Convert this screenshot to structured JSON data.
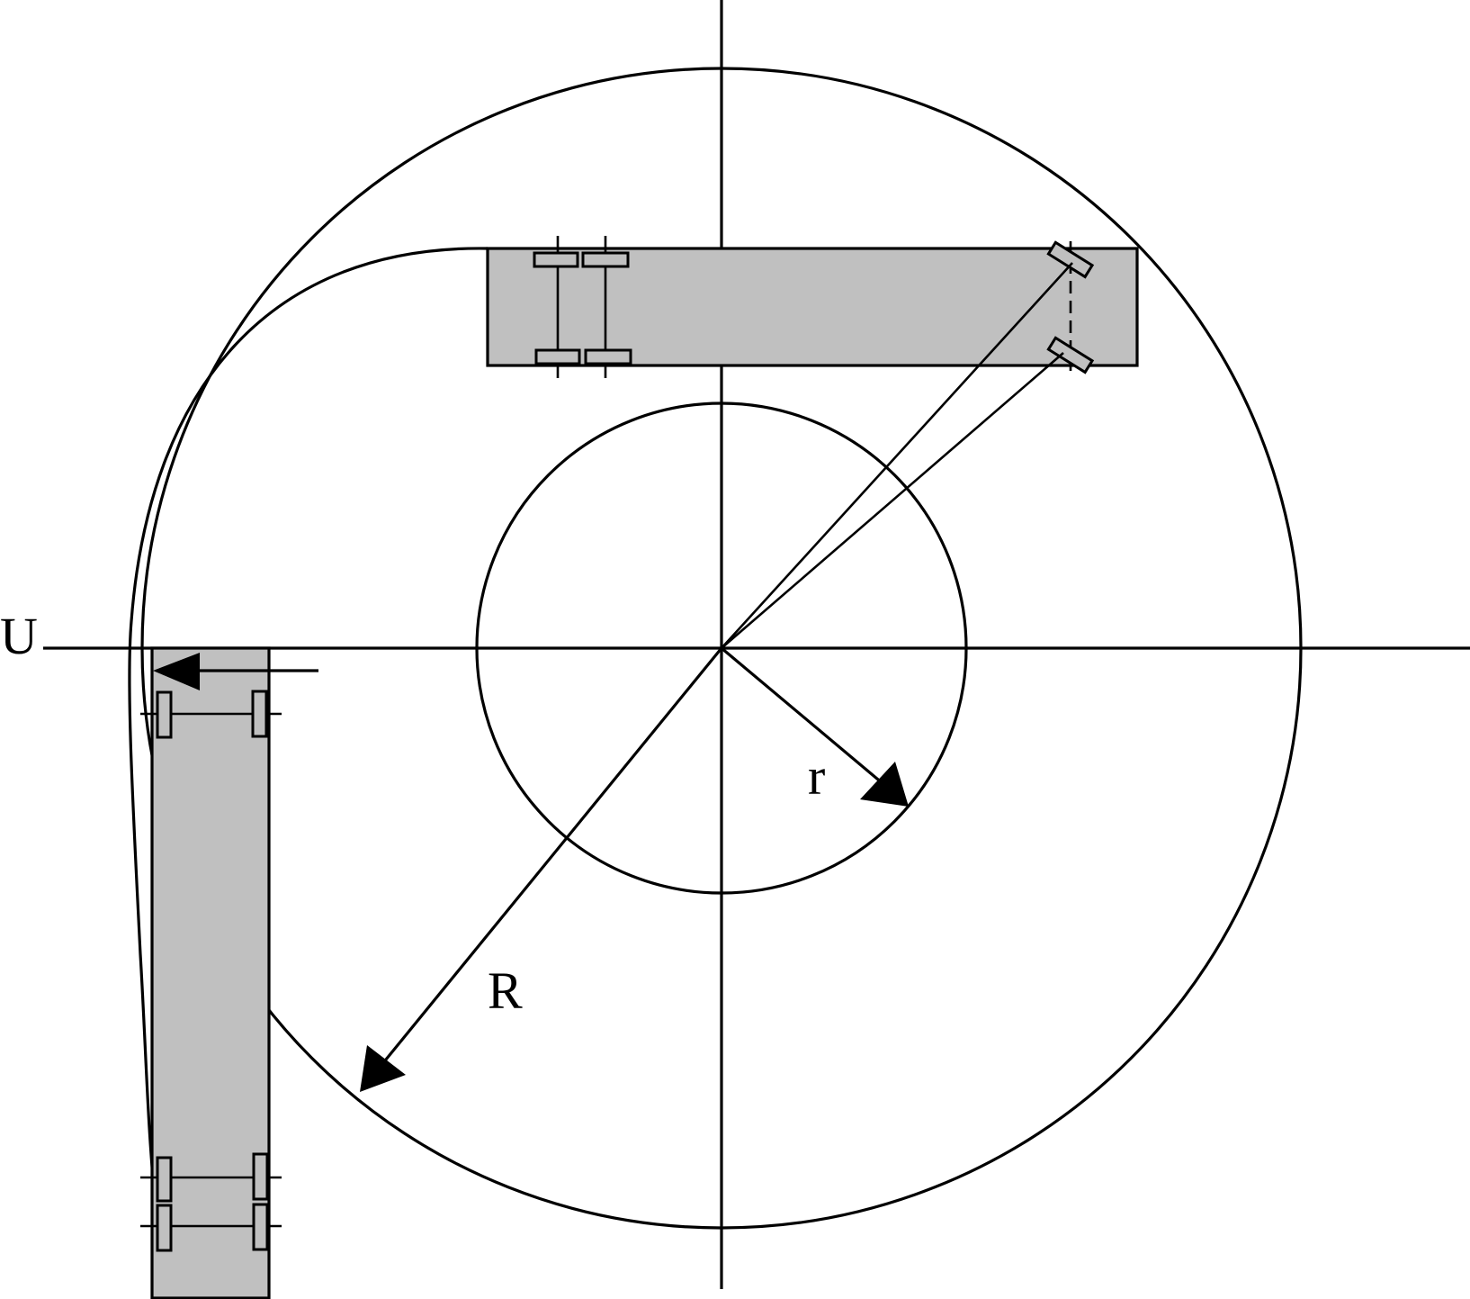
{
  "labels": {
    "axis_u": "U",
    "inner_radius": "r",
    "outer_radius": "R"
  },
  "colors": {
    "vehicle_fill": "#c0c0c0",
    "stroke": "#000000",
    "background": "#ffffff"
  }
}
